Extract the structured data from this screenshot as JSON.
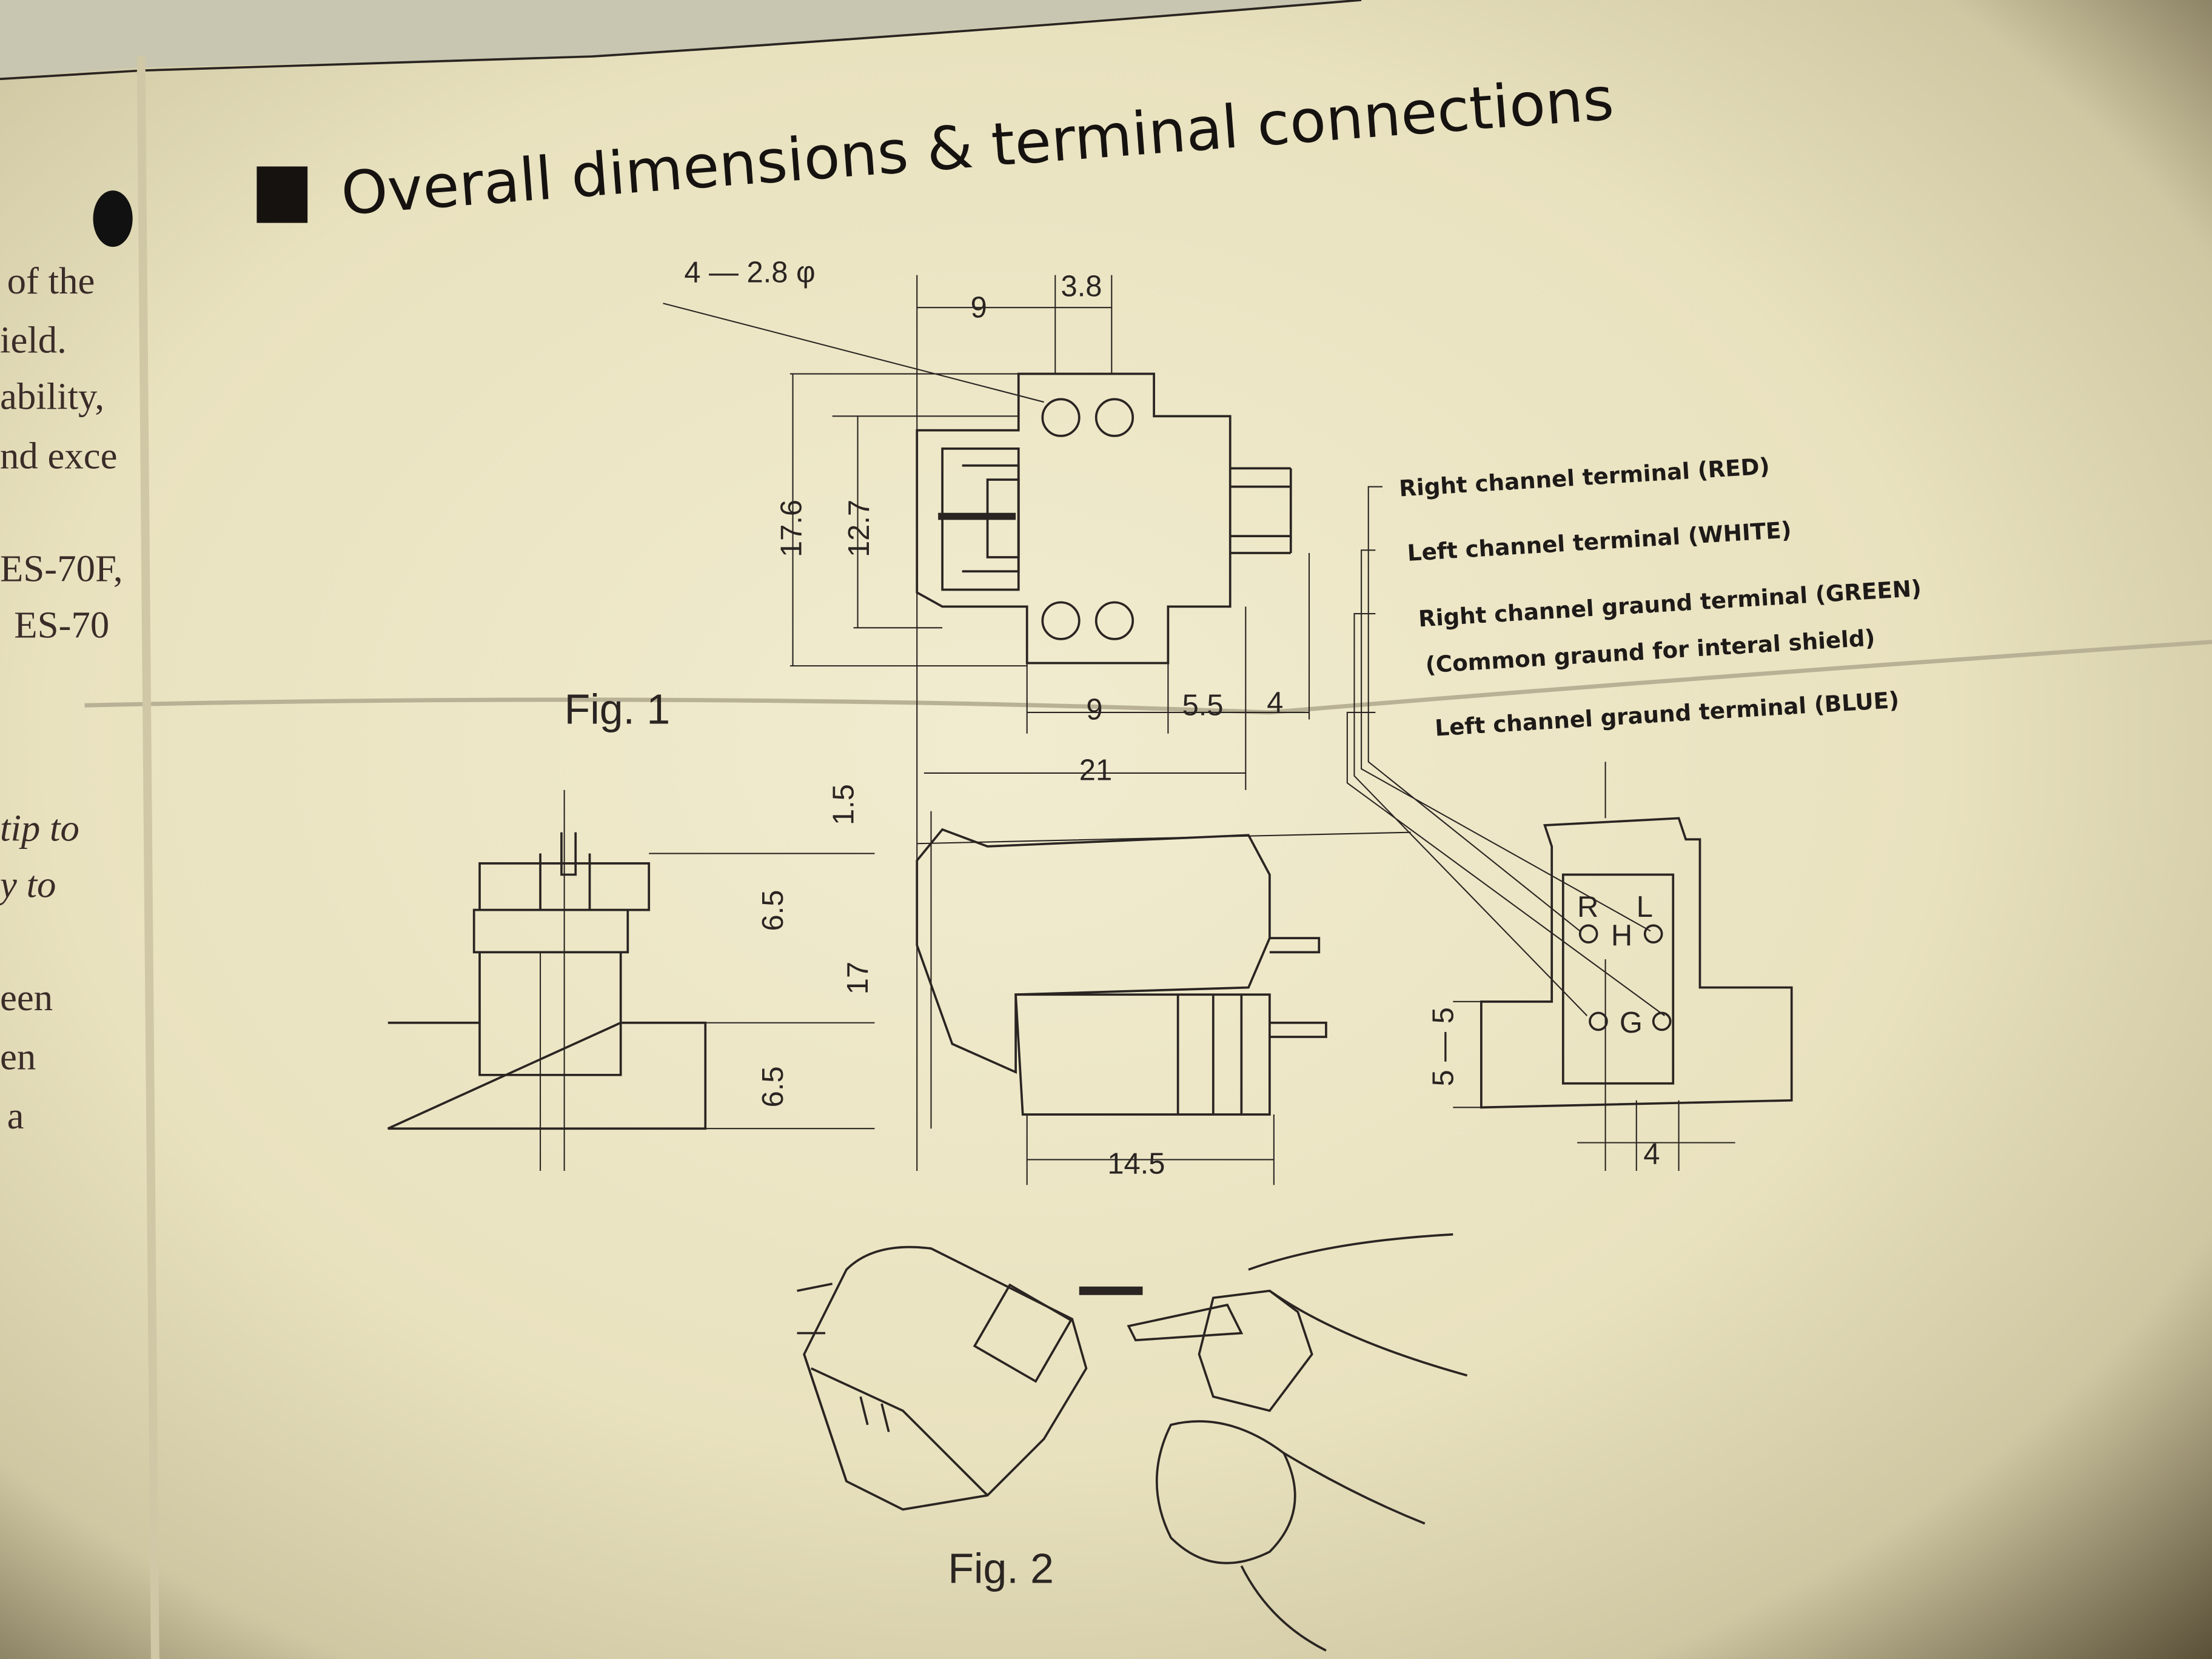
{
  "title": "Overall dimensions & terminal connections",
  "left_column": {
    "lines": [
      "of  the",
      "ield.",
      "ability,",
      "nd  exce",
      "ES-70F,",
      "ES-70",
      "tip to",
      "y  to",
      "een",
      "en",
      "a"
    ]
  },
  "fig1": {
    "label": "Fig. 1",
    "dimensions": {
      "holes": "4 — 2.8 φ",
      "top_9": "9",
      "top_3_8": "3.8",
      "h_17_6": "17.6",
      "h_12_7": "12.7",
      "bottom_9": "9",
      "bottom_5_5": "5.5",
      "bottom_4": "4",
      "len_21": "21",
      "h_1_5": "1.5",
      "h_6_5_top": "6.5",
      "h_17": "17",
      "h_6_5_bottom": "6.5",
      "len_14_5": "14.5",
      "rear_5_5": "5 — 5",
      "rear_4": "4"
    },
    "pins": {
      "r": "R",
      "l": "L",
      "h": "H",
      "g": "G"
    },
    "terminals": [
      "Right channel terminal (RED)",
      "Left channel terminal (WHITE)",
      "Right channel graund terminal (GREEN)",
      "(Common graund for interal shield)",
      "Left channel graund terminal (BLUE)"
    ]
  },
  "fig2": {
    "label": "Fig. 2"
  },
  "colors": {
    "paper": "#ece6c4",
    "ink": "#2a2522"
  }
}
